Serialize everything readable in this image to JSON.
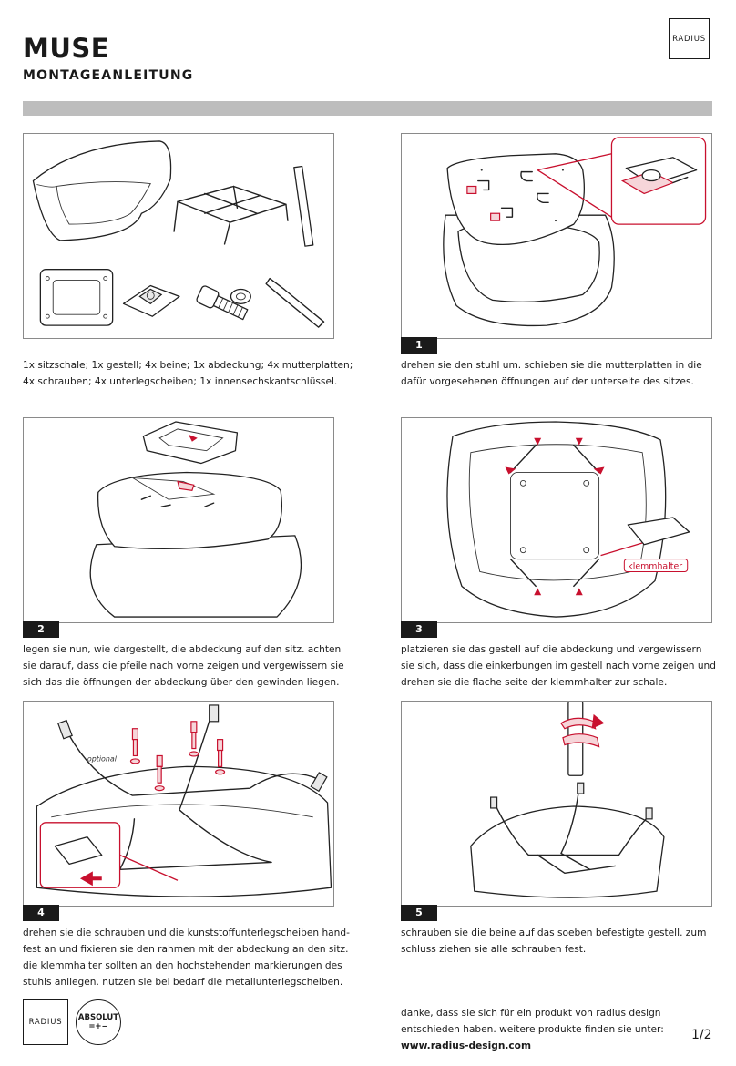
{
  "header": {
    "title": "MUSE",
    "subtitle": "MONTAGEANLEITUNG",
    "brand": "RADIUS"
  },
  "steps": [
    {
      "number": "",
      "text": [
        "1x sitzschale; 1x gestell; 4x beine; 1x abdeckung; 4x mutterplatten;",
        "4x schrauben; 4x unterlegscheiben; 1x innensechskantschlüssel."
      ]
    },
    {
      "number": "1",
      "text": [
        "drehen sie den stuhl um. schieben sie die mutterplatten in die",
        "dafür vorgesehenen öffnungen auf der unterseite des sitzes."
      ]
    },
    {
      "number": "2",
      "text": [
        "legen sie nun, wie dargestellt, die abdeckung auf den sitz. achten",
        "sie darauf, dass die pfeile nach vorne zeigen und vergewissern sie",
        "sich das die öffnungen der abdeckung über den gewinden liegen."
      ]
    },
    {
      "number": "3",
      "text": [
        "platzieren sie das gestell auf die abdeckung und vergewissern",
        "sie sich, dass die einkerbungen im gestell nach vorne zeigen und",
        "drehen sie die flache seite der klemmhalter zur schale."
      ],
      "callout": "klemmhalter"
    },
    {
      "number": "4",
      "text": [
        "drehen sie die schrauben und die kunststoffunterlegscheiben hand-",
        "fest an und fixieren sie den rahmen mit der abdeckung an den sitz.",
        "die klemmhalter sollten an den hochstehenden markierungen des",
        "stuhls anliegen. nutzen sie bei bedarf die metallunterlegscheiben."
      ],
      "callout": "optional"
    },
    {
      "number": "5",
      "text": [
        "schrauben sie die beine auf das soeben befestigte gestell. zum",
        "schluss ziehen sie alle schrauben fest."
      ]
    }
  ],
  "footer": {
    "logo_radius": "RADIUS",
    "logo_absolut_line1": "ABSOLUT",
    "logo_absolut_line2": "=+−",
    "line1": "danke, dass sie sich für ein produkt von radius design",
    "line2": "entschieden haben. weitere produkte finden sie unter:",
    "url": "www.radius-design.com",
    "page": "1/2"
  },
  "colors": {
    "accent": "#c8102e",
    "bar": "#bdbdbd",
    "text": "#1a1a1a"
  }
}
